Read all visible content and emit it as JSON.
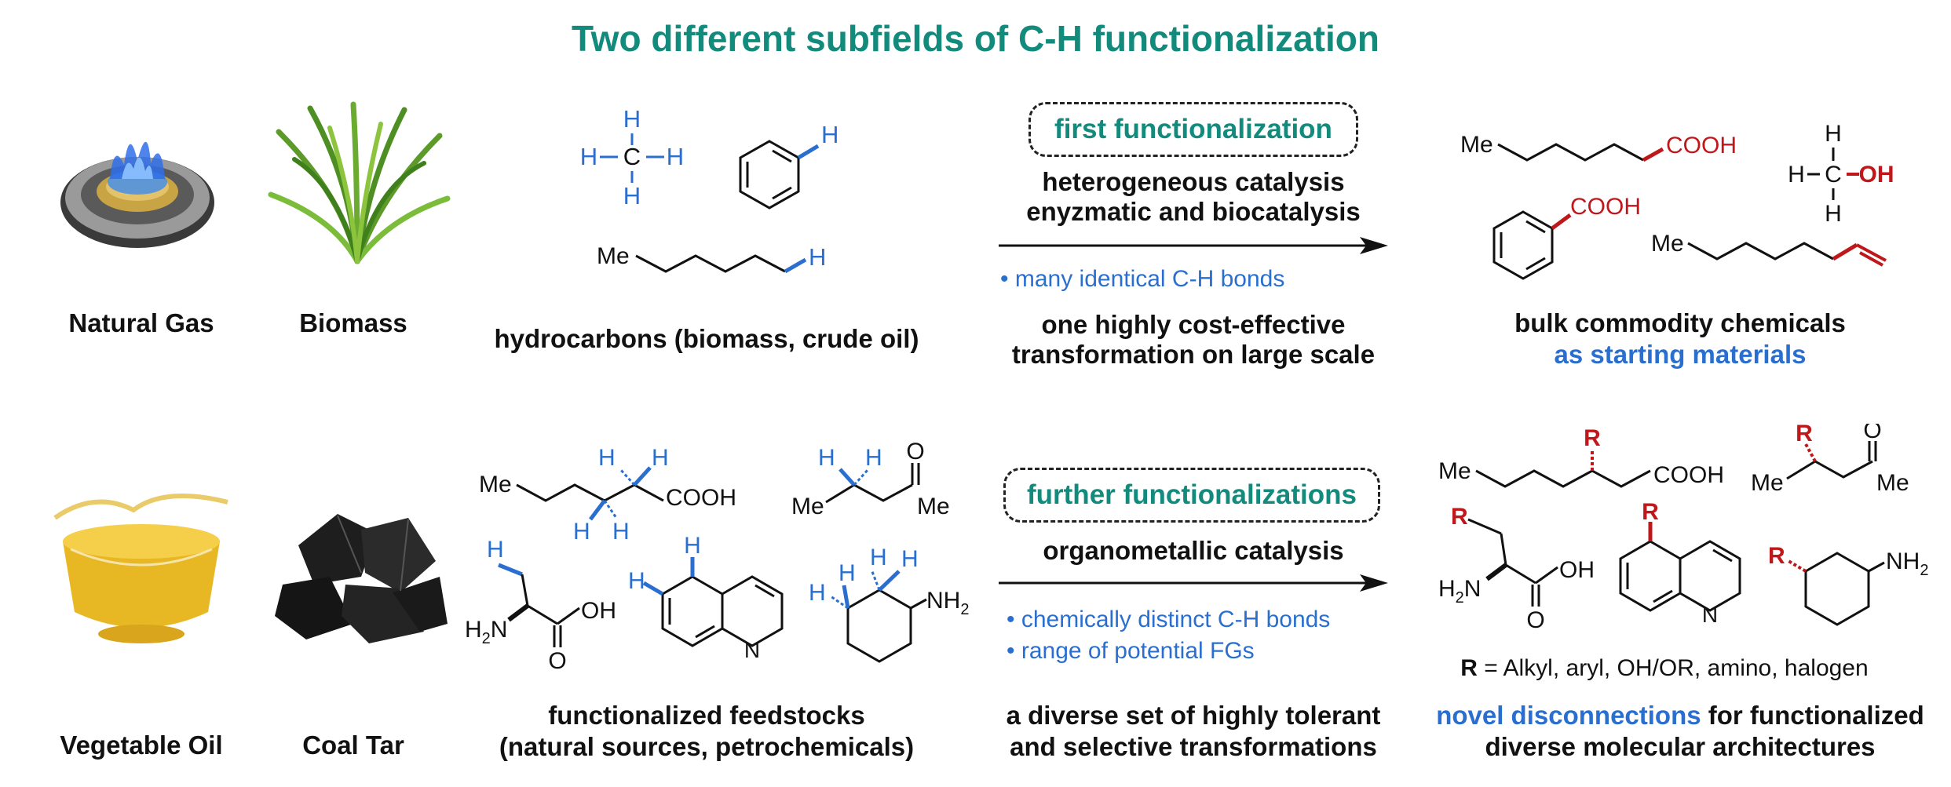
{
  "title": "Two different subfields of C-H functionalization",
  "row1": {
    "sources": [
      "Natural Gas",
      "Biomass"
    ],
    "feed_label": "hydrocarbons (biomass, crude oil)",
    "box": "first functionalization",
    "catalysis": [
      "heterogeneous catalysis",
      "enyzmatic and biocatalysis"
    ],
    "bullets": [
      "• many identical C-H bonds"
    ],
    "transform": [
      "one highly cost-effective",
      "transformation on large scale"
    ],
    "product_label": "bulk commodity chemicals",
    "product_sub": "as starting materials"
  },
  "row2": {
    "sources": [
      "Vegetable Oil",
      "Coal Tar"
    ],
    "feed_label": [
      "functionalized feedstocks",
      "(natural sources, petrochemicals)"
    ],
    "box": "further functionalizations",
    "catalysis": "organometallic catalysis",
    "bullets": [
      "• chemically distinct C-H bonds",
      "• range of potential FGs"
    ],
    "transform": [
      "a diverse set of highly tolerant",
      "and selective transformations"
    ],
    "r_def_r": "R",
    "r_def": " = Alkyl, aryl, OH/OR, amino, halogen",
    "product_label_blue": "novel disconnections",
    "product_label_rest": " for functionalized",
    "product_label2": "diverse molecular architectures"
  },
  "chem": {
    "H": "H",
    "C": "C",
    "Me": "Me",
    "COOH": "COOH",
    "OH": "OH",
    "O": "O",
    "N": "N",
    "NH2": "NH",
    "H2N": "H",
    "sub2": "2",
    "N_letter": "N",
    "R": "R"
  },
  "colors": {
    "teal": "#128a7c",
    "blue": "#2a6fd0",
    "red": "#c0171a"
  }
}
